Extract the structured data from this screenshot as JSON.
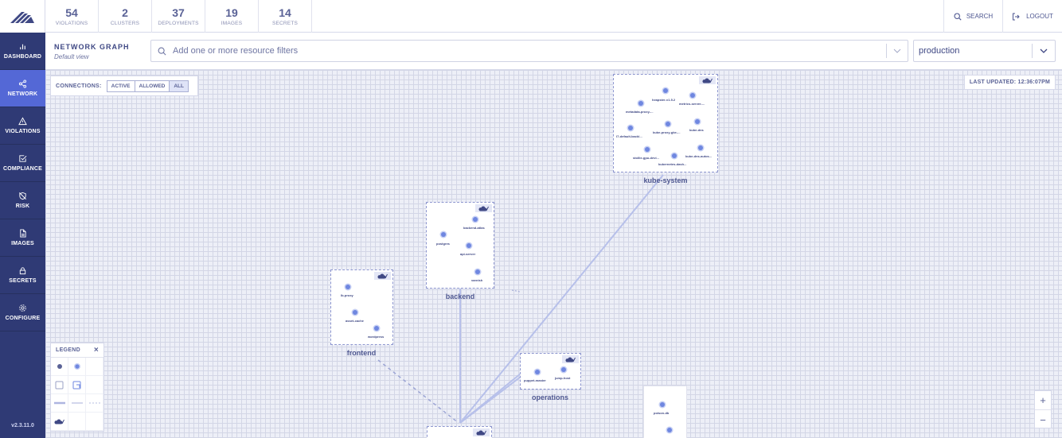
{
  "nav": {
    "items": [
      {
        "label": "DASHBOARD",
        "icon": "bar-chart-icon"
      },
      {
        "label": "NETWORK",
        "icon": "share-icon"
      },
      {
        "label": "VIOLATIONS",
        "icon": "alert-triangle-icon"
      },
      {
        "label": "COMPLIANCE",
        "icon": "check-square-icon"
      },
      {
        "label": "RISK",
        "icon": "shield-off-icon"
      },
      {
        "label": "IMAGES",
        "icon": "file-icon"
      },
      {
        "label": "SECRETS",
        "icon": "lock-icon"
      },
      {
        "label": "CONFIGURE",
        "icon": "settings-icon"
      }
    ],
    "active": "NETWORK",
    "version": "v2.3.11.0"
  },
  "summary": [
    {
      "value": "54",
      "label": "VIOLATIONS"
    },
    {
      "value": "2",
      "label": "CLUSTERS"
    },
    {
      "value": "37",
      "label": "DEPLOYMENTS"
    },
    {
      "value": "19",
      "label": "IMAGES"
    },
    {
      "value": "14",
      "label": "SECRETS"
    }
  ],
  "topbar": {
    "search_label": "SEARCH",
    "logout_label": "LOGOUT"
  },
  "header": {
    "title": "NETWORK GRAPH",
    "subtitle": "Default view",
    "filter_placeholder": "Add one or more resource filters",
    "cluster_value": "production"
  },
  "graph": {
    "connections_label": "CONNECTIONS:",
    "connection_options": [
      "ACTIVE",
      "ALLOWED",
      "ALL"
    ],
    "connection_selected": "ALL",
    "last_updated": "LAST UPDATED: 12:36:07PM",
    "namespaces": {
      "kube_system": {
        "name": "kube-system",
        "deployments": [
          "heapster-v1.5.2",
          "metrics-server-...",
          "metadata-proxy-...",
          "kube-proxy-gke-...",
          "kube-dns",
          "l7-default-backl...",
          "stollie-gpu-devi...",
          "kubernetes-dash...",
          "kube-dns-autos..."
        ]
      },
      "backend": {
        "name": "backend",
        "deployments": [
          "backend-atlas",
          "postgres",
          "api-server",
          "varnish"
        ]
      },
      "frontend": {
        "name": "frontend",
        "deployments": [
          "lb-proxy",
          "asset-cache",
          "wordpress"
        ]
      },
      "operations": {
        "name": "operations",
        "deployments": [
          "puppet-master",
          "jump-host"
        ]
      },
      "payments": {
        "deployments": [
          "poison-db"
        ]
      }
    }
  },
  "legend": {
    "title": "LEGEND",
    "close": "×"
  },
  "zoom": {
    "in": "+",
    "out": "−"
  },
  "colors": {
    "sidebar": "#2f3a75",
    "accent": "#5468d6",
    "node": "#6f87e0"
  }
}
